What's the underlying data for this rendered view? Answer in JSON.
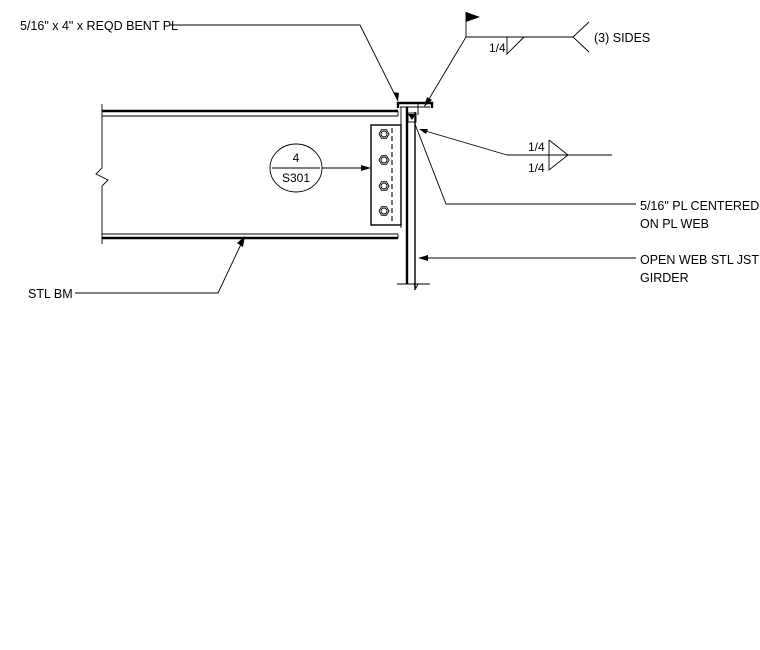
{
  "labels": {
    "bent_plate": "5/16\" x 4\" x REQD BENT PL",
    "sides": "(3) SIDES",
    "centered_plate_line1": "5/16\" PL CENTERED",
    "centered_plate_line2": "ON PL WEB",
    "girder_line1": "OPEN WEB STL JST",
    "girder_line2": "GIRDER",
    "steel_beam": "STL BM"
  },
  "weld_top": {
    "size": "1/4"
  },
  "weld_right": {
    "size_top": "1/4",
    "size_bottom": "1/4"
  },
  "section_callout": {
    "number": "4",
    "sheet": "S301"
  }
}
